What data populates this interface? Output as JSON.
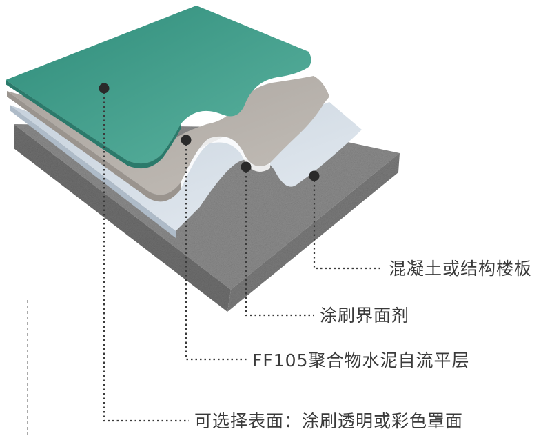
{
  "layers": [
    {
      "id": "substrate",
      "label": "混凝土或结构楼板",
      "color": "#8e8e8e"
    },
    {
      "id": "primer",
      "label": "涂刷界面剂",
      "color": "#d4dde6"
    },
    {
      "id": "self-leveling",
      "label": "FF105聚合物水泥自流平层",
      "color": "#b3ada7"
    },
    {
      "id": "topcoat",
      "label": "可选择表面：涂刷透明或彩色罩面",
      "color": "#3e9c89"
    }
  ]
}
